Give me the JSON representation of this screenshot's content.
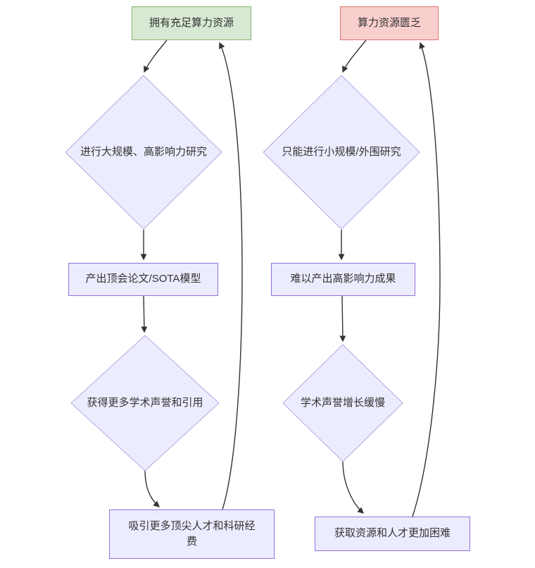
{
  "diagram": {
    "type": "flowchart-two-cycles",
    "colors": {
      "canvas_bg": "#ffffff",
      "positive_fill": "#d7e9d2",
      "positive_border": "#85b56f",
      "negative_fill": "#f9cfce",
      "negative_border": "#e0726c",
      "node_fill": "#ececff",
      "node_border": "#9370db",
      "diamond_border": "#b3a8e0",
      "edge": "#333333",
      "text": "#333333"
    },
    "left_cycle": {
      "start": "拥有充足算力资源",
      "step1": "进行大规模、高影响力研究",
      "step2": "产出顶会论文/SOTA模型",
      "step3": "获得更多学术声誉和引用",
      "step4": "吸引更多顶尖人才和科研经费"
    },
    "right_cycle": {
      "start": "算力资源匮乏",
      "step1": "只能进行小规模/外围研究",
      "step2": "难以产出高影响力成果",
      "step3": "学术声誉增长缓慢",
      "step4": "获取资源和人才更加困难"
    }
  }
}
